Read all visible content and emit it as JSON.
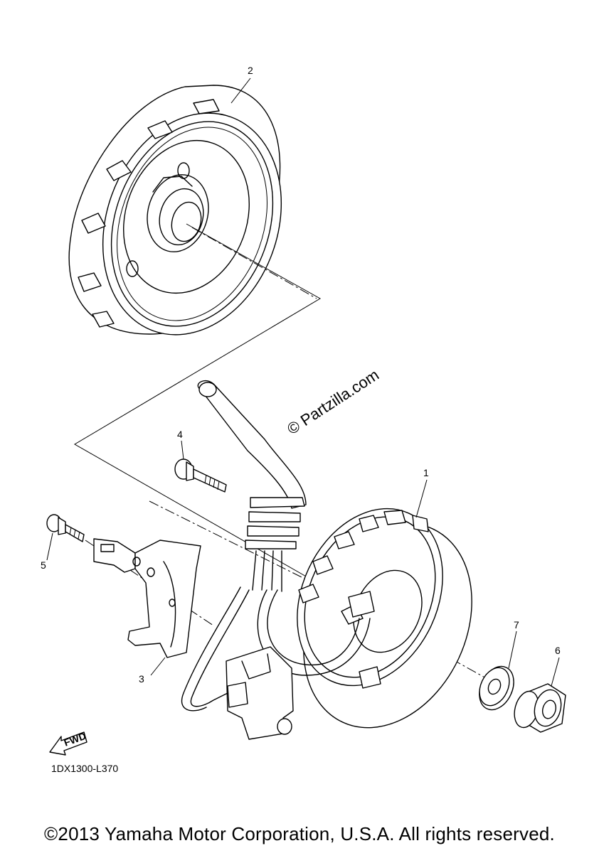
{
  "callouts": {
    "part1": "1",
    "part2": "2",
    "part3": "3",
    "part4": "4",
    "part5": "5",
    "part6": "6",
    "part7": "7"
  },
  "fwd_label": "FWD",
  "diagram_code": "1DX1300-L370",
  "watermark": "© Partzilla.com",
  "copyright": "©2013 Yamaha Motor Corporation, U.S.A. All rights reserved."
}
